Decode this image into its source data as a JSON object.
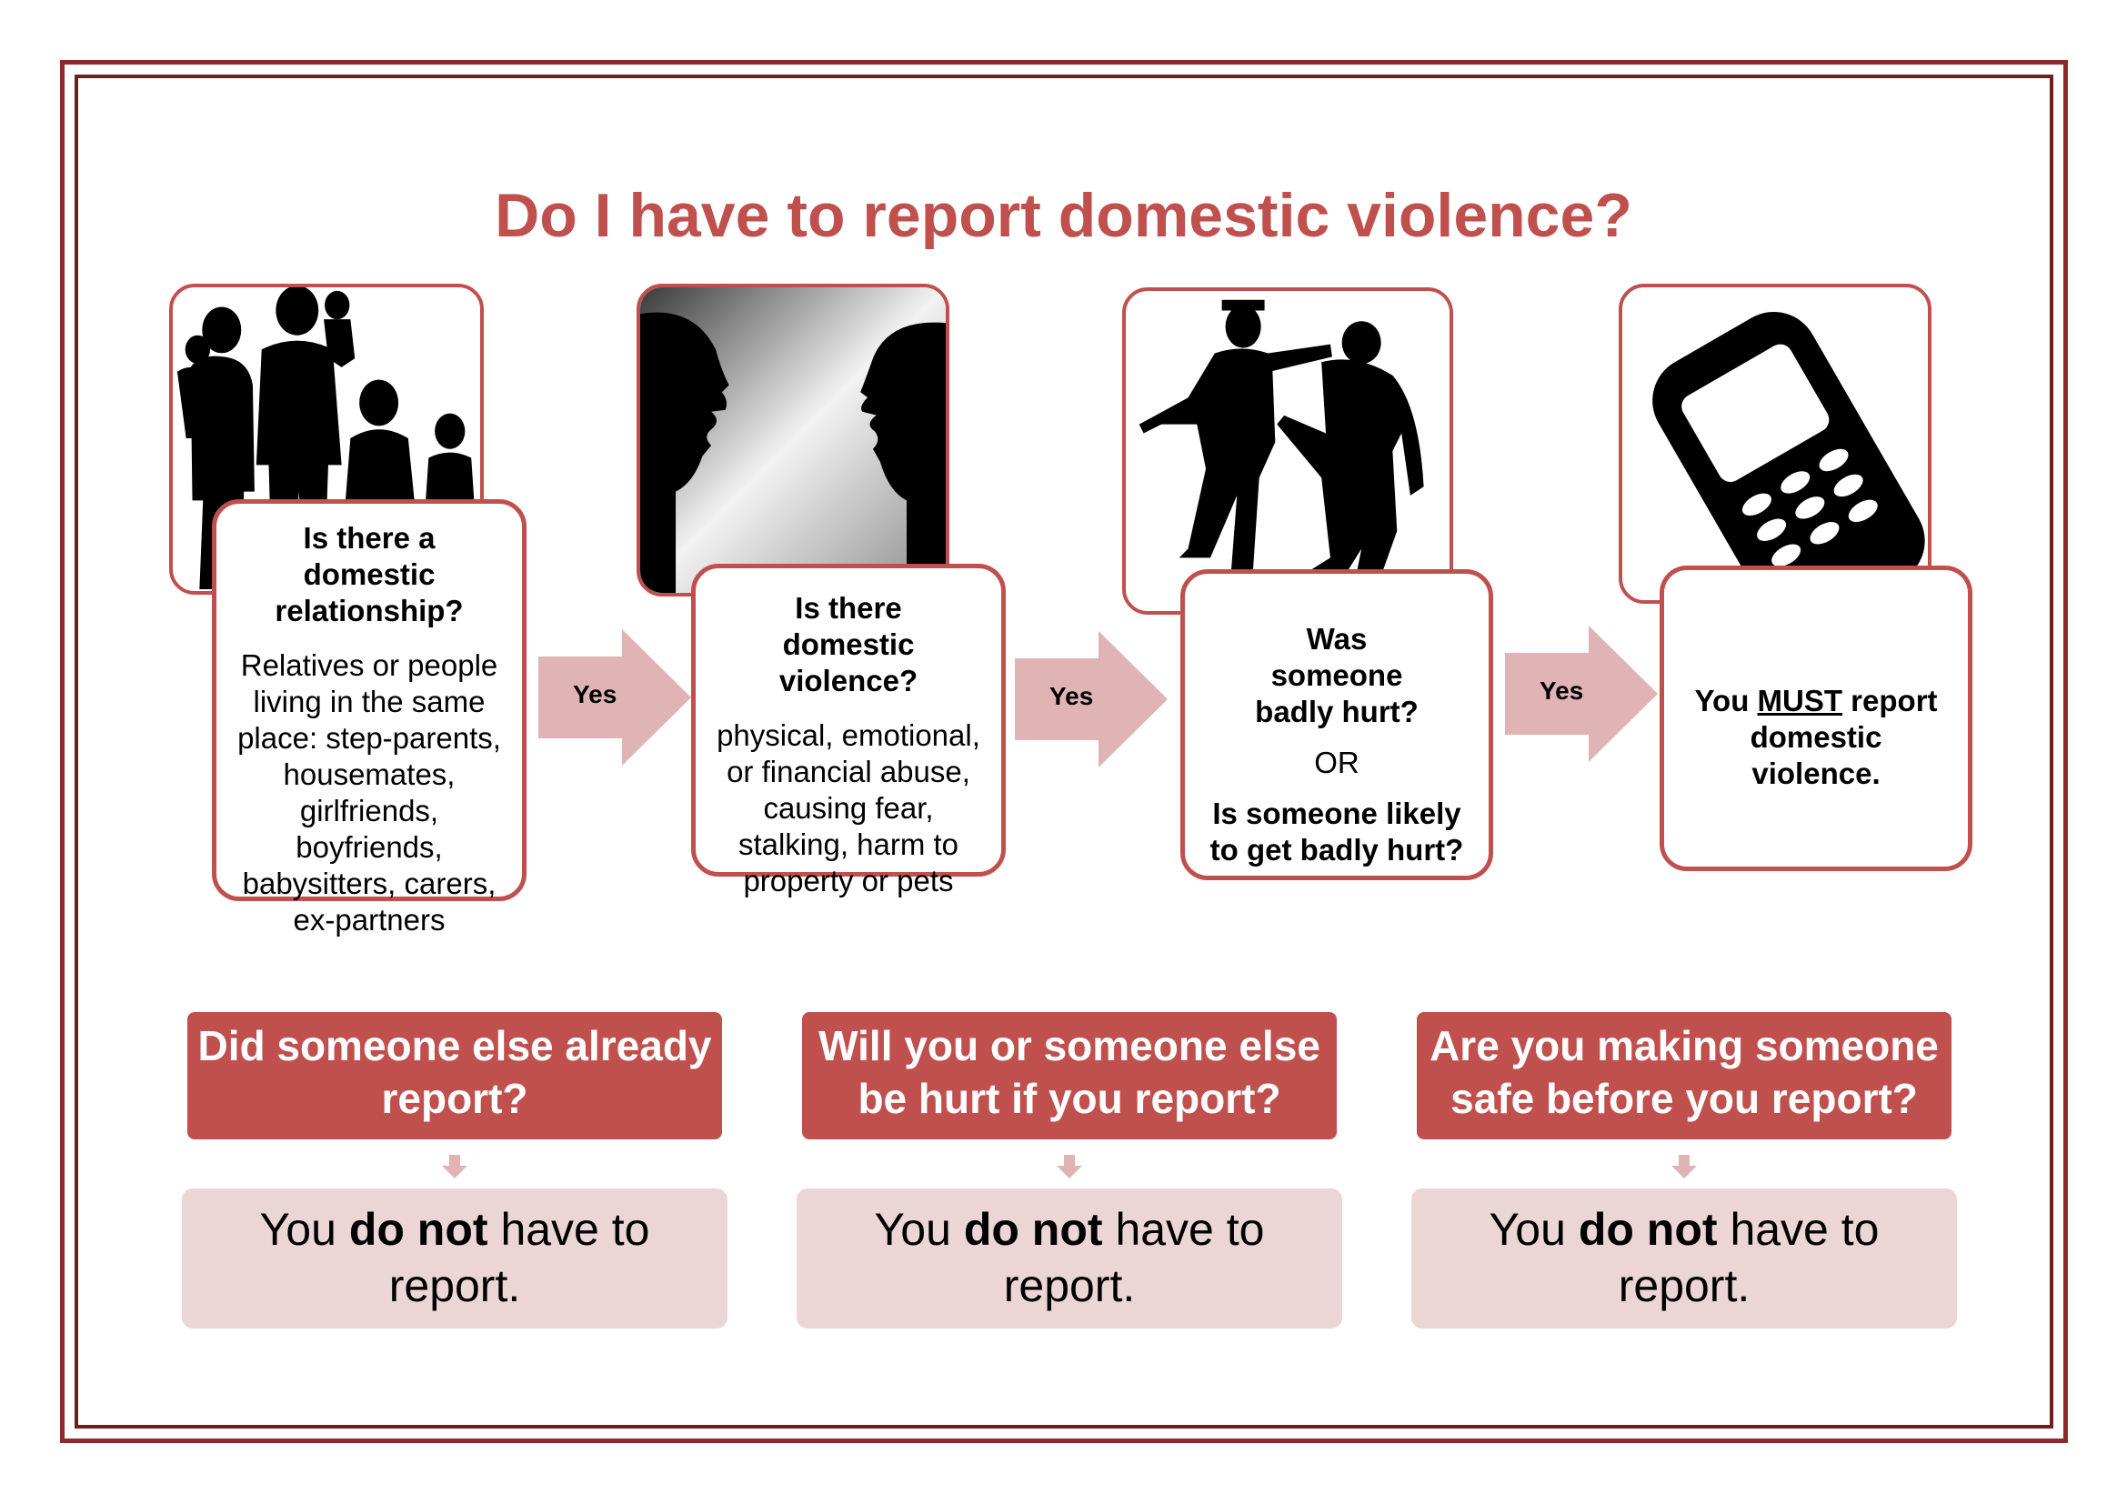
{
  "title": "Do I have to report domestic violence?",
  "steps": [
    {
      "question": "Is there a domestic relationship?",
      "detail": "Relatives or people living in the same place: step-parents, housemates, girlfriends, boyfriends, babysitters, carers, ex-partners",
      "image_icon": "family-silhouette-icon"
    },
    {
      "question": "Is there domestic violence?",
      "detail": "physical, emotional, or financial abuse, causing fear, stalking, harm to property or pets",
      "image_icon": "arguing-faces-icon"
    },
    {
      "question1": "Was someone badly hurt?",
      "or": "OR",
      "question2": "Is someone likely to get badly hurt?",
      "image_icon": "fighting-men-icon"
    },
    {
      "pre": "You ",
      "must": "MUST",
      "post": " report domestic violence.",
      "image_icon": "mobile-phone-icon"
    }
  ],
  "arrows": [
    "Yes",
    "Yes",
    "Yes"
  ],
  "exceptions": [
    {
      "condition": "Did someone else already report?",
      "result_pre": "You ",
      "result_bold": "do not",
      "result_post": " have to report."
    },
    {
      "condition": "Will you or someone else be hurt if you report?",
      "result_pre": "You ",
      "result_bold": "do not",
      "result_post": " have to report."
    },
    {
      "condition": "Are you making someone safe before you report?",
      "result_pre": "You ",
      "result_bold": "do not",
      "result_post": " have to report."
    }
  ],
  "colors": {
    "accent": "#c0504d",
    "frame": "#8c2b2b",
    "arrow": "#e0b4b4",
    "result_bg": "#ecd5d5"
  }
}
